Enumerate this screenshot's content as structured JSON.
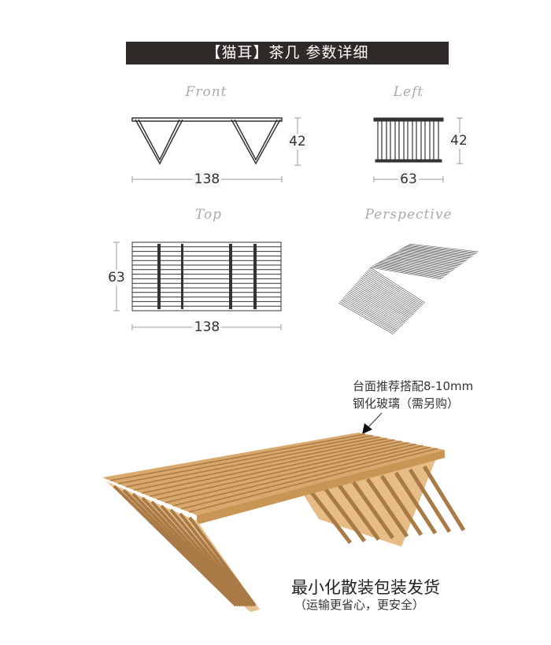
{
  "title": "【猫耳】茶几 参数详细",
  "views": {
    "front": {
      "label": "Front",
      "width": "138",
      "height": "42"
    },
    "left": {
      "label": "Left",
      "width": "63",
      "height": "42"
    },
    "top": {
      "label": "Top",
      "width": "138",
      "depth": "63"
    },
    "perspective": {
      "label": "Perspective"
    }
  },
  "annotation": {
    "line1": "台面推荐搭配8-10mm",
    "line2": "钢化玻璃（需另购）"
  },
  "shipping": {
    "headline": "最小化散装包装发货",
    "subtext": "（运输更省心，更安全）"
  },
  "colors": {
    "title_bg": "#2f2a28",
    "wood": "#d9a86c",
    "wood_dark": "#a97a45",
    "line": "#333333"
  }
}
